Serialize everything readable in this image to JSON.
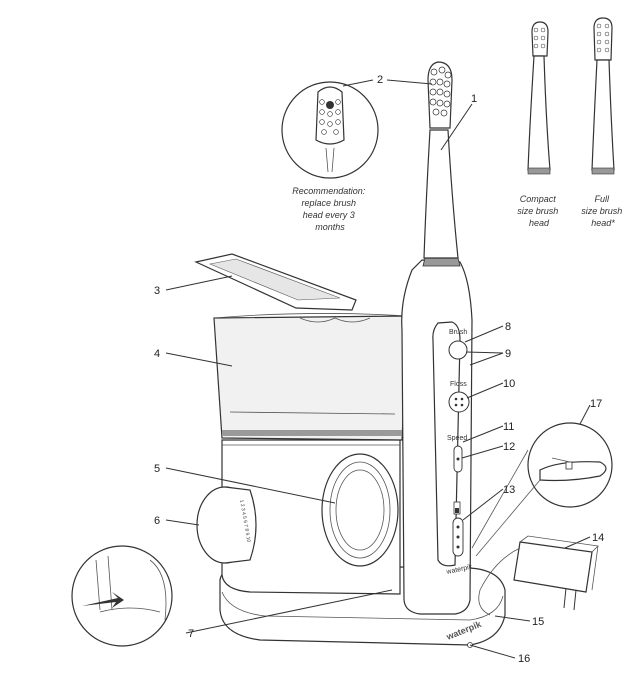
{
  "diagram": {
    "callouts": [
      "1",
      "2",
      "3",
      "4",
      "5",
      "6",
      "7",
      "8",
      "9",
      "10",
      "11",
      "12",
      "13",
      "14",
      "15",
      "16",
      "17"
    ],
    "recommendation_caption": [
      "Recommendation:",
      "replace brush",
      "head every 3",
      "months"
    ],
    "compact_head_caption": [
      "Compact",
      "size brush",
      "head"
    ],
    "full_head_caption": [
      "Full",
      "size brush",
      "head*"
    ],
    "handle_labels": {
      "brush": "Brush",
      "floss": "Floss",
      "speed": "Speed",
      "logo": "waterpik"
    },
    "base_logo": "waterpik",
    "dial_marks": "1 2 3 4 5 6 7 8 9 10"
  }
}
